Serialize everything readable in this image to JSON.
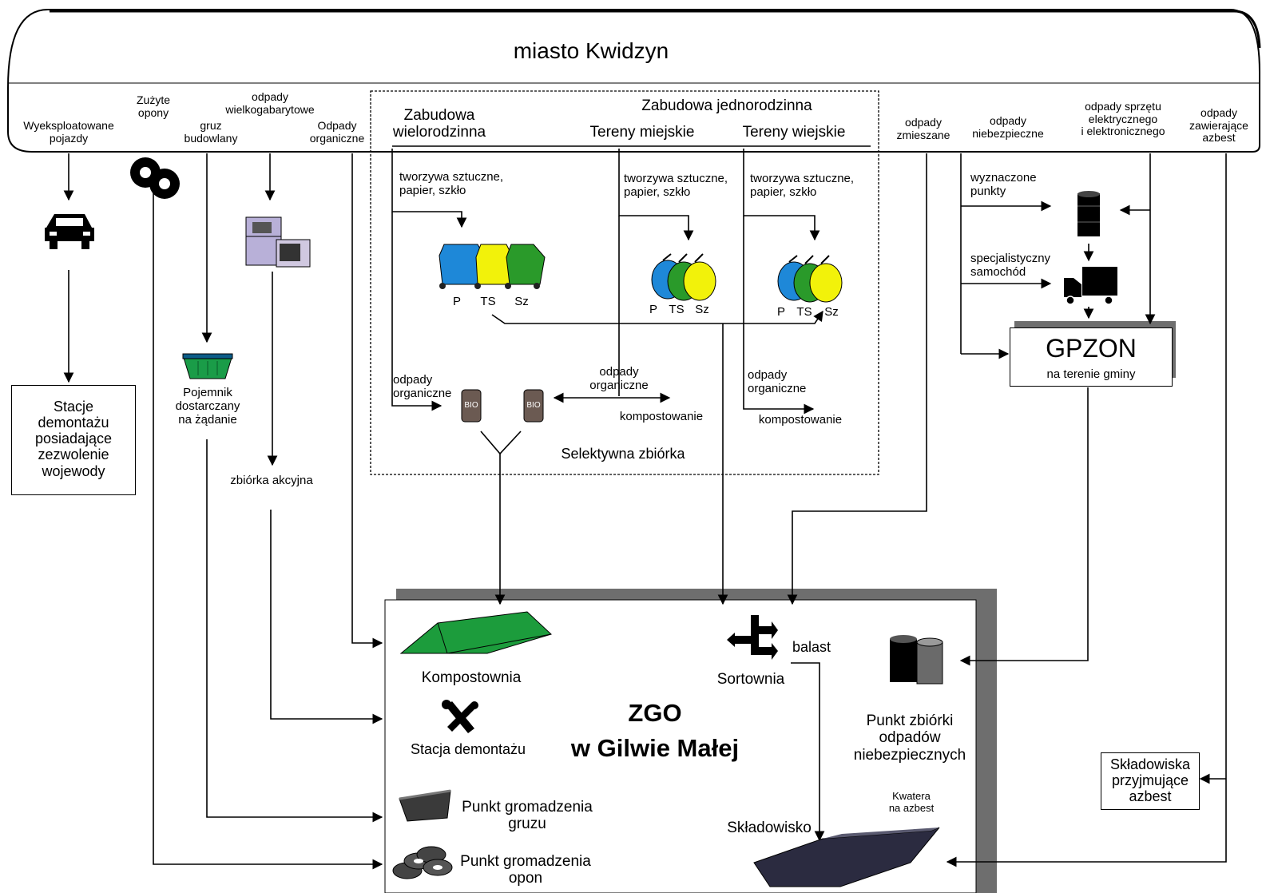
{
  "city": {
    "title": "miasto Kwidzyn"
  },
  "sources": {
    "vehicles": "Wyeksploatowane\npojazdy",
    "tires": "Zużyte\nopony",
    "rubble": "gruz\nbudowlany",
    "bulky": "odpady\nwielkogabarytowe",
    "organic": "Odpady\norganiczne",
    "mixed": "odpady\nzmieszane",
    "hazardous": "odpady\nniebezpieczne",
    "electronics": "odpady sprzętu\nelektrycznego\ni elektronicznego",
    "asbestos": "odpady\nzawierające\nazbest"
  },
  "selective": {
    "multi_family": "Zabudowa\nwielorodzinna",
    "single_family": "Zabudowa jednorodzinna",
    "urban": "Tereny miejskie",
    "rural": "Tereny wiejskie",
    "recyclables_1": "tworzywa sztuczne,\npapier, szkło",
    "recyclables_2": "tworzywa sztuczne,\npapier, szkło",
    "recyclables_3": "tworzywa sztuczne,\npapier, szkło",
    "bin_p": "P",
    "bin_ts": "TS",
    "bin_sz": "Sz",
    "bag_p_1": "P",
    "bag_ts_1": "TS",
    "bag_sz_1": "Sz",
    "bag_p_2": "P",
    "bag_ts_2": "TS",
    "bag_sz_2": "Sz",
    "organic_1": "odpady\norganiczne",
    "organic_2": "odpady\norganiczne",
    "organic_3": "odpady\norganiczne",
    "composting_1": "kompostowanie",
    "composting_2": "kompostowanie",
    "bio_1": "BIO",
    "bio_2": "BIO",
    "footer": "Selektywna zbiórka"
  },
  "left": {
    "dismantling_stations": "Stacje\ndemontażu\nposiadające\nzezwolenie\nwojewody",
    "container_on_demand": "Pojemnik\ndostarczany\nna żądanie",
    "collection_campaign": "zbiórka akcyjna"
  },
  "right": {
    "designated_points": "wyznaczone\npunkty",
    "special_vehicle": "specjalistyczny\nsamochód",
    "gpzon_title": "GPZON",
    "gpzon_sub": "na terenie gminy",
    "asbestos_landfills": "Składowiska\nprzyjmujące\nazbest"
  },
  "zgo": {
    "title_line1": "ZGO",
    "title_line2": "w Gilwie Małej",
    "composting_plant": "Kompostownia",
    "sorting_plant": "Sortownia",
    "ballast": "balast",
    "dismantling_station": "Stacja demontażu",
    "hazardous_point": "Punkt zbiórki\nodpadów\nniebezpiecznych",
    "rubble_point": "Punkt gromadzenia\ngruzu",
    "tire_point": "Punkt gromadzenia\nopon",
    "landfill": "Składowisko",
    "asbestos_quarter": "Kwatera\nna azbest"
  },
  "colors": {
    "blue_bin": "#1e88d8",
    "yellow_bin": "#f2f20a",
    "green_bin": "#2a9a2a",
    "compost_green": "#1c9c3c",
    "landfill_dark": "#2b2b40",
    "bio_brown": "#6b5a52",
    "zgo_shadow": "#6e6e6e"
  },
  "icons": {
    "car": "car-icon",
    "tires": "tires-icon",
    "appliances": "appliances-icon",
    "basket": "container-icon",
    "barrel": "barrel-icon",
    "truck": "truck-icon",
    "tools": "tools-icon",
    "sorting": "sorting-icon"
  }
}
